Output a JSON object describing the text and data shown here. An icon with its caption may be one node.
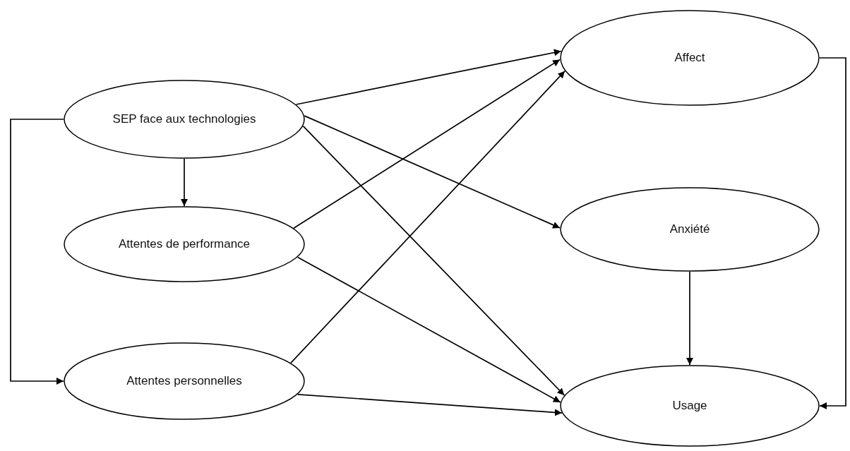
{
  "diagram": {
    "nodes": [
      {
        "text": [
          "SEP face aux technologies"
        ]
      },
      {
        "text": [
          "Attentes de performance"
        ]
      },
      {
        "text": [
          "Attentes personnelles"
        ]
      },
      {
        "text": [
          "Affect"
        ]
      },
      {
        "text": [
          "Anxiété"
        ]
      },
      {
        "text": [
          "Usage"
        ]
      }
    ],
    "edges": [
      {
        "from": 0,
        "to": 3,
        "arrow": "to"
      },
      {
        "from": 1,
        "to": 3,
        "arrow": "to"
      },
      {
        "from": 2,
        "to": 3,
        "arrow": "to"
      },
      {
        "from": 0,
        "to": 4,
        "arrow": "to"
      },
      {
        "from": 0,
        "to": 5,
        "arrow": "to"
      },
      {
        "from": 1,
        "to": 5,
        "arrow": "to"
      },
      {
        "from": 2,
        "to": 5,
        "arrow": "to"
      },
      {
        "from": 0,
        "to": 1,
        "arrow": "to"
      },
      {
        "from": 0,
        "to": 2,
        "arrow": "to"
      },
      {
        "from": 4,
        "to": 5,
        "arrow": "to"
      },
      {
        "from": 3,
        "to": 5,
        "arrow": "to"
      }
    ]
  }
}
